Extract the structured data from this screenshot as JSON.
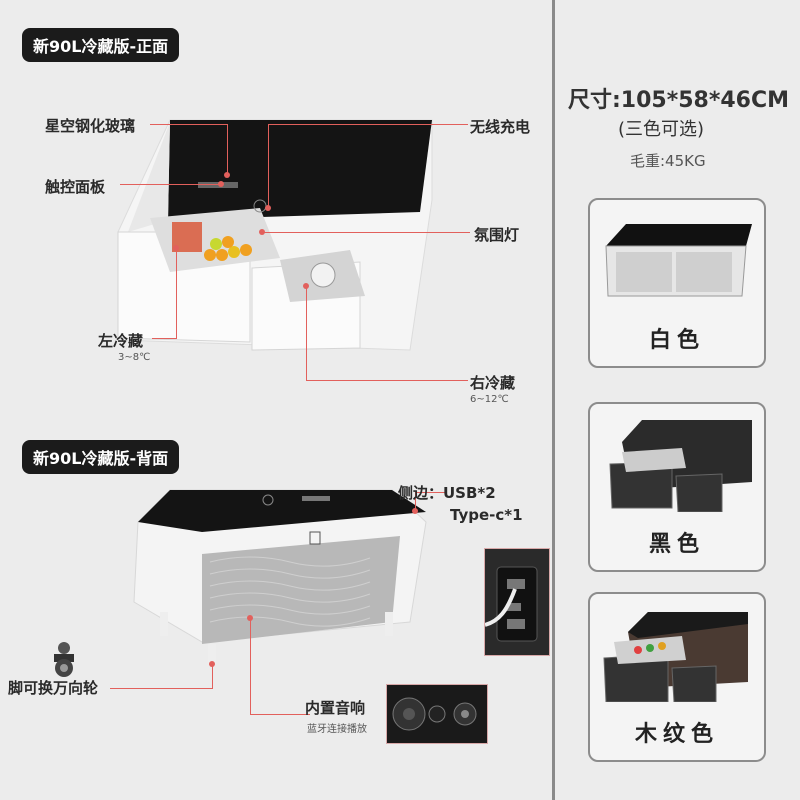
{
  "front": {
    "title": "新90L冷藏版-正面",
    "labels": {
      "glass": "星空钢化玻璃",
      "touch": "触控面板",
      "wireless": "无线充电",
      "ambient": "氛围灯",
      "left_fridge": "左冷藏",
      "left_temp": "3~8℃",
      "right_fridge": "右冷藏",
      "right_temp": "6~12℃"
    }
  },
  "back": {
    "title": "新90L冷藏版-背面",
    "labels": {
      "side_ports_1": "侧边：USB*2",
      "side_ports_2": "Type-c*1",
      "wheels": "脚可换万向轮",
      "speaker": "内置音响",
      "speaker_sub": "蓝牙连接播放"
    }
  },
  "specs": {
    "size": "尺寸:105*58*46CM",
    "colors_note": "(三色可选)",
    "weight": "毛重:45KG"
  },
  "variants": [
    {
      "label": "白色"
    },
    {
      "label": "黑色"
    },
    {
      "label": "木纹色"
    }
  ],
  "colors": {
    "accent_line": "#e2605c",
    "pill_bg": "#1b1b1b",
    "glass_top": "#141414",
    "body_white": "#f7f7f7",
    "speaker_grey": "#b8b8b8"
  }
}
